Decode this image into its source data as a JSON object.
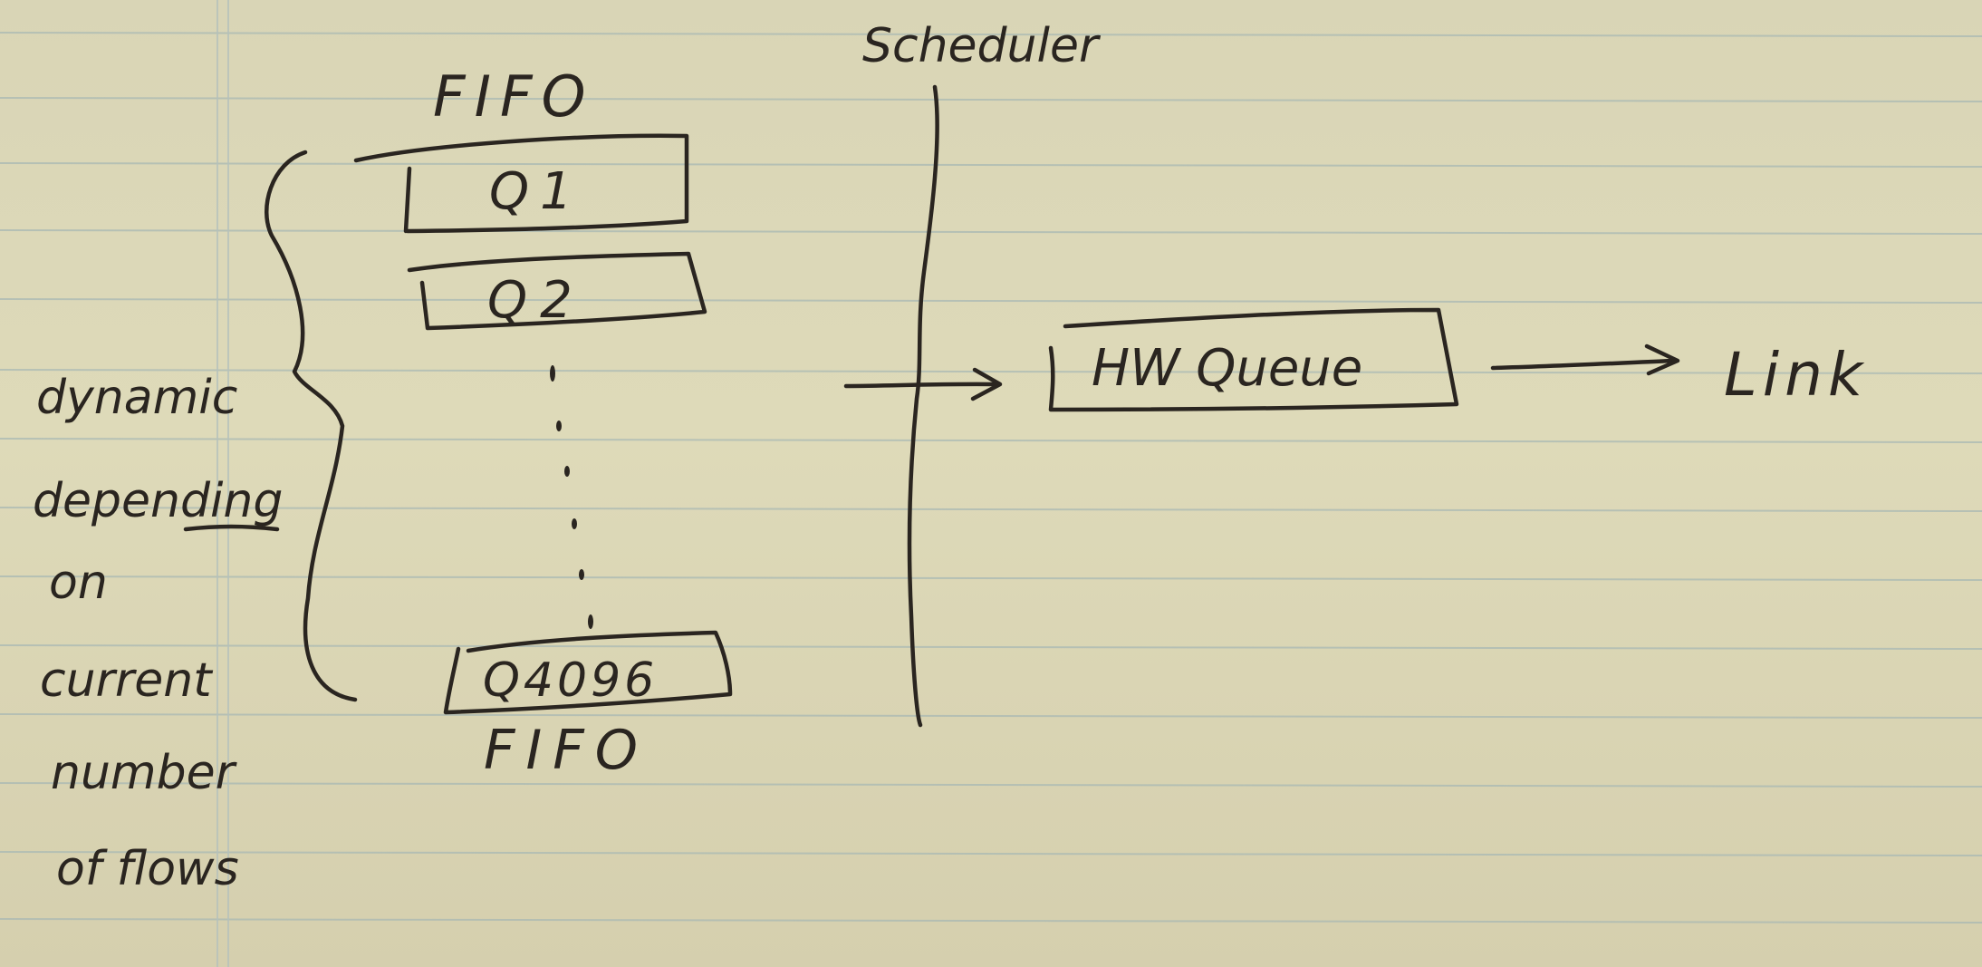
{
  "diagram": {
    "fifo_top_label": "FIFO",
    "fifo_bottom_label": "FIFO",
    "scheduler_label": "Scheduler",
    "queues": [
      "Q1",
      "Q2",
      "Q4096"
    ],
    "brace_note_lines": [
      "dynamic",
      "depending",
      "on",
      "current",
      "number",
      "of flows"
    ],
    "hw_queue_label": "HW Queue",
    "link_label": "Link"
  }
}
